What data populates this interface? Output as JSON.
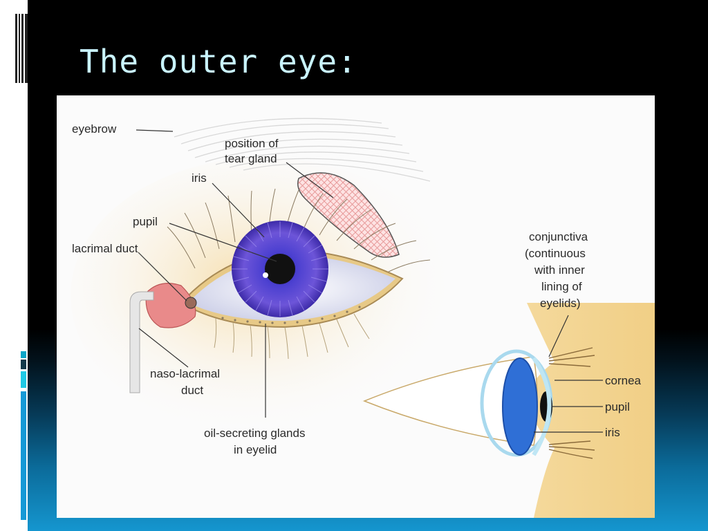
{
  "slide": {
    "title": "The outer eye:"
  },
  "diagram": {
    "front_view": {
      "labels": {
        "eyebrow": "eyebrow",
        "tear_gland_1": "position of",
        "tear_gland_2": "tear gland",
        "iris": "iris",
        "pupil": "pupil",
        "lacrimal_duct": "lacrimal duct",
        "naso_lacrimal_1": "naso-lacrimal",
        "naso_lacrimal_2": "duct",
        "oil_glands_1": "oil-secreting glands",
        "oil_glands_2": "in eyelid"
      }
    },
    "side_view": {
      "labels": {
        "conjunctiva_1": "conjunctiva",
        "conjunctiva_2": "(continuous",
        "conjunctiva_3": "with inner",
        "conjunctiva_4": "lining of",
        "conjunctiva_5": "eyelids)",
        "cornea": "cornea",
        "pupil": "pupil",
        "iris": "iris"
      }
    },
    "colors": {
      "iris_front": "#5a3fc4",
      "iris_side": "#2f6fd6",
      "skin": "#f5d9a0",
      "tear_gland": "#f2b8b8",
      "lacrimal_sac": "#e98a8a"
    }
  }
}
